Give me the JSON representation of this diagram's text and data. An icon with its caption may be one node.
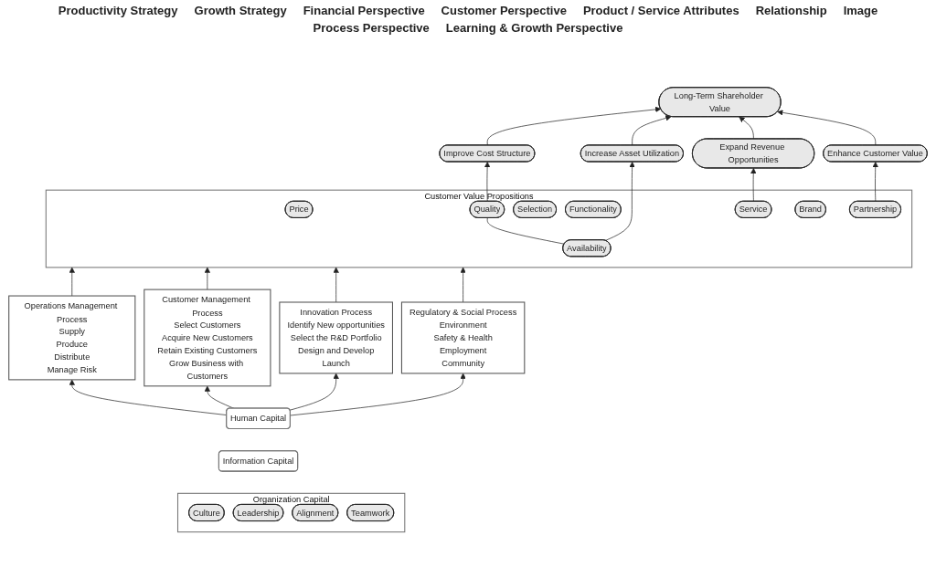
{
  "diagram": {
    "nodes": [
      {
        "text": [
          "Long-Term Shareholder Value"
        ]
      },
      {
        "text": [
          "Improve Cost Structure"
        ]
      },
      {
        "text": [
          "Increase Asset Utilization"
        ]
      },
      {
        "text": [
          "Expand Revenue Opportunities"
        ]
      },
      {
        "text": [
          "Enhance Customer Value"
        ]
      },
      {
        "text": [
          "Customer Value Propositions"
        ]
      },
      {
        "text": [
          "Price"
        ],
        "in": 5
      },
      {
        "text": [
          "Quality"
        ],
        "in": 5
      },
      {
        "text": [
          "Availability"
        ],
        "in": 5
      },
      {
        "text": [
          "Selection"
        ],
        "in": 5
      },
      {
        "text": [
          "Functionality"
        ],
        "in": 5
      },
      {
        "text": [
          "Service"
        ],
        "in": 5
      },
      {
        "text": [
          "Partnership"
        ],
        "in": 5
      },
      {
        "text": [
          "Brand"
        ],
        "in": 5
      },
      {
        "text": [
          "Operations Management Process",
          "Supply",
          "Produce",
          "Distribute",
          "Manage Risk"
        ]
      },
      {
        "text": [
          "Customer Management Process",
          "Select Customers",
          "Acquire New Customers",
          "Retain Existing Customers",
          "Grow Business with Customers"
        ]
      },
      {
        "text": [
          "Innovation Process",
          "Identify New opportunities",
          "Select the R&D Portfolio",
          "Design and Develop",
          "Launch"
        ]
      },
      {
        "text": [
          "Regulatory & Social Process",
          "Environment",
          "Safety & Health",
          "Employment",
          "Community"
        ]
      },
      {
        "text": [
          "Human Capital"
        ]
      },
      {
        "text": [
          "Information Capital"
        ]
      },
      {
        "text": [
          "Organization Capital"
        ]
      },
      {
        "text": [
          "Culture"
        ],
        "in": 20
      },
      {
        "text": [
          "Leadership"
        ],
        "in": 20
      },
      {
        "text": [
          "Alignment"
        ],
        "in": 20
      },
      {
        "text": [
          "Teamwork"
        ],
        "in": 20
      }
    ],
    "edges": [
      {
        "from": 1,
        "to": 0,
        "arrow": "to"
      },
      {
        "from": 2,
        "to": 0,
        "arrow": "to"
      },
      {
        "from": 3,
        "to": 0,
        "arrow": "to"
      },
      {
        "from": 4,
        "to": 0,
        "arrow": "to"
      },
      {
        "from": 7,
        "to": 1,
        "arrow": "to"
      },
      {
        "from": 8,
        "to": 2,
        "arrow": "to"
      },
      {
        "from": 11,
        "to": 3,
        "arrow": "to"
      },
      {
        "from": 12,
        "to": 4,
        "arrow": "to"
      },
      {
        "from": 7,
        "to": 8,
        "arrow": "none"
      },
      {
        "from": 14,
        "to": 5,
        "arrow": "to"
      },
      {
        "from": 15,
        "to": 5,
        "arrow": "to"
      },
      {
        "from": 16,
        "to": 5,
        "arrow": "to"
      },
      {
        "from": 17,
        "to": 5,
        "arrow": "to"
      },
      {
        "from": 18,
        "to": 14,
        "arrow": "to"
      },
      {
        "from": 18,
        "to": 15,
        "arrow": "to"
      },
      {
        "from": 18,
        "to": 16,
        "arrow": "to"
      },
      {
        "from": 18,
        "to": 17,
        "arrow": "to"
      }
    ],
    "labels": [
      "Productivity Strategy",
      "Growth Strategy",
      "Financial Perspective",
      "Customer Perspective",
      "Product / Service Attributes",
      "Relationship",
      "Image",
      "Process Perspective",
      "Learning & Growth Perspective"
    ]
  }
}
